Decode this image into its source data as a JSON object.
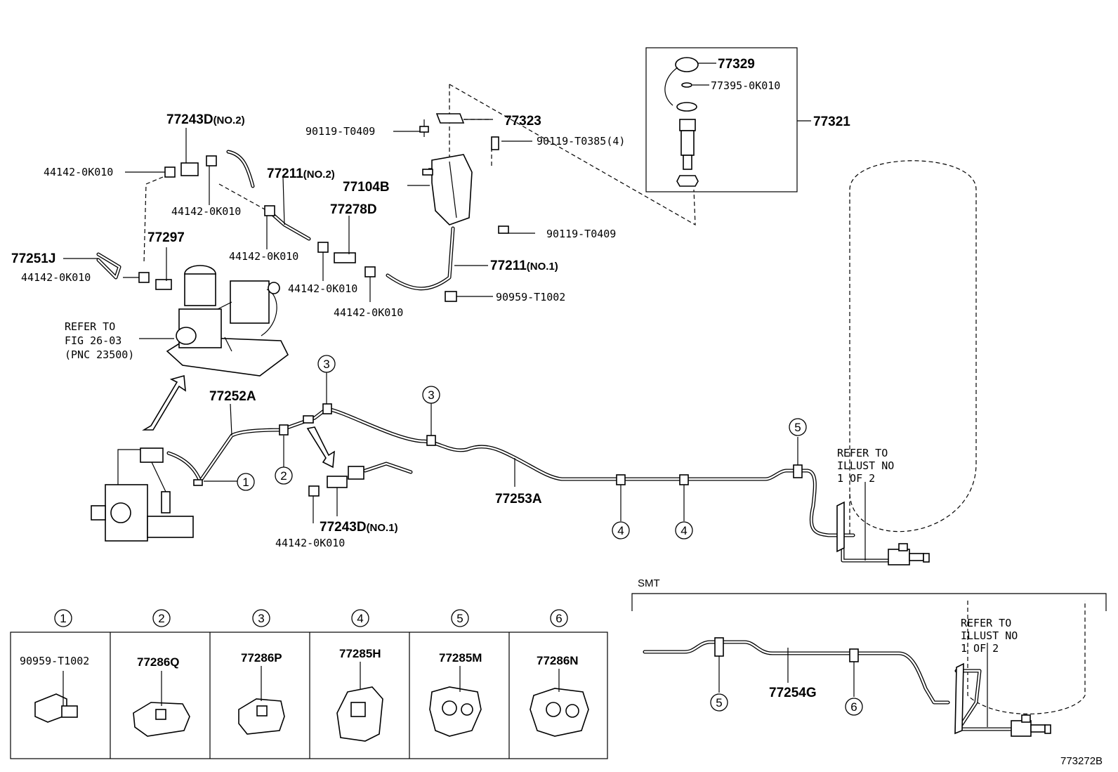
{
  "top": {
    "p77243D_no2": "77243D",
    "no2_a": "(NO.2)",
    "p44142_a": "44142-0K010",
    "p44142_b": "44142-0K010",
    "p77211_no2": "77211",
    "no2_b": "(NO.2)",
    "p44142_c": "44142-0K010",
    "p77251J": "77251J",
    "p77297": "77297",
    "p44142_d": "44142-0K010",
    "p44142_e": "44142-0K010",
    "p44142_f": "44142-0K010",
    "p90119_T0409_a": "90119-T0409",
    "p77323": "77323",
    "p90119_T0385": "90119-T0385(4)",
    "p77104B": "77104B",
    "p77278D": "77278D",
    "p90119_T0409_b": "90119-T0409",
    "p77211_no1": "77211",
    "no1_a": "(NO.1)",
    "p90959_T1002": "90959-T1002",
    "p77329": "77329",
    "p77395": "77395-0K010",
    "p77321": "77321",
    "refer1_l1": "REFER TO",
    "refer1_l2": "FIG 26-03",
    "refer1_l3": "(PNC 23500)"
  },
  "middle": {
    "p77252A": "77252A",
    "p77253A": "77253A",
    "p77243D_no1": "77243D",
    "no1_b": "(NO.1)",
    "p44142_g": "44142-0K010",
    "refer2_l1": "REFER TO",
    "refer2_l2": "ILLUST NO",
    "refer2_l3": "1 OF 2",
    "callouts": [
      "1",
      "2",
      "3",
      "3",
      "4",
      "4",
      "5"
    ]
  },
  "smt": {
    "title": "SMT",
    "p77254G": "77254G",
    "callouts": [
      "5",
      "6"
    ],
    "refer_l1": "REFER TO",
    "refer_l2": "ILLUST NO",
    "refer_l3": "1 OF 2"
  },
  "clips_table": {
    "headers": [
      "1",
      "2",
      "3",
      "4",
      "5",
      "6"
    ],
    "parts": [
      "90959-T1002",
      "77286Q",
      "77286P",
      "77285H",
      "77285M",
      "77286N"
    ]
  },
  "figure_id": "773272B",
  "icons": [
    "pump-assembly-icon",
    "clip-icon",
    "pressure-switch-icon",
    "accumulator-tank-icon"
  ]
}
